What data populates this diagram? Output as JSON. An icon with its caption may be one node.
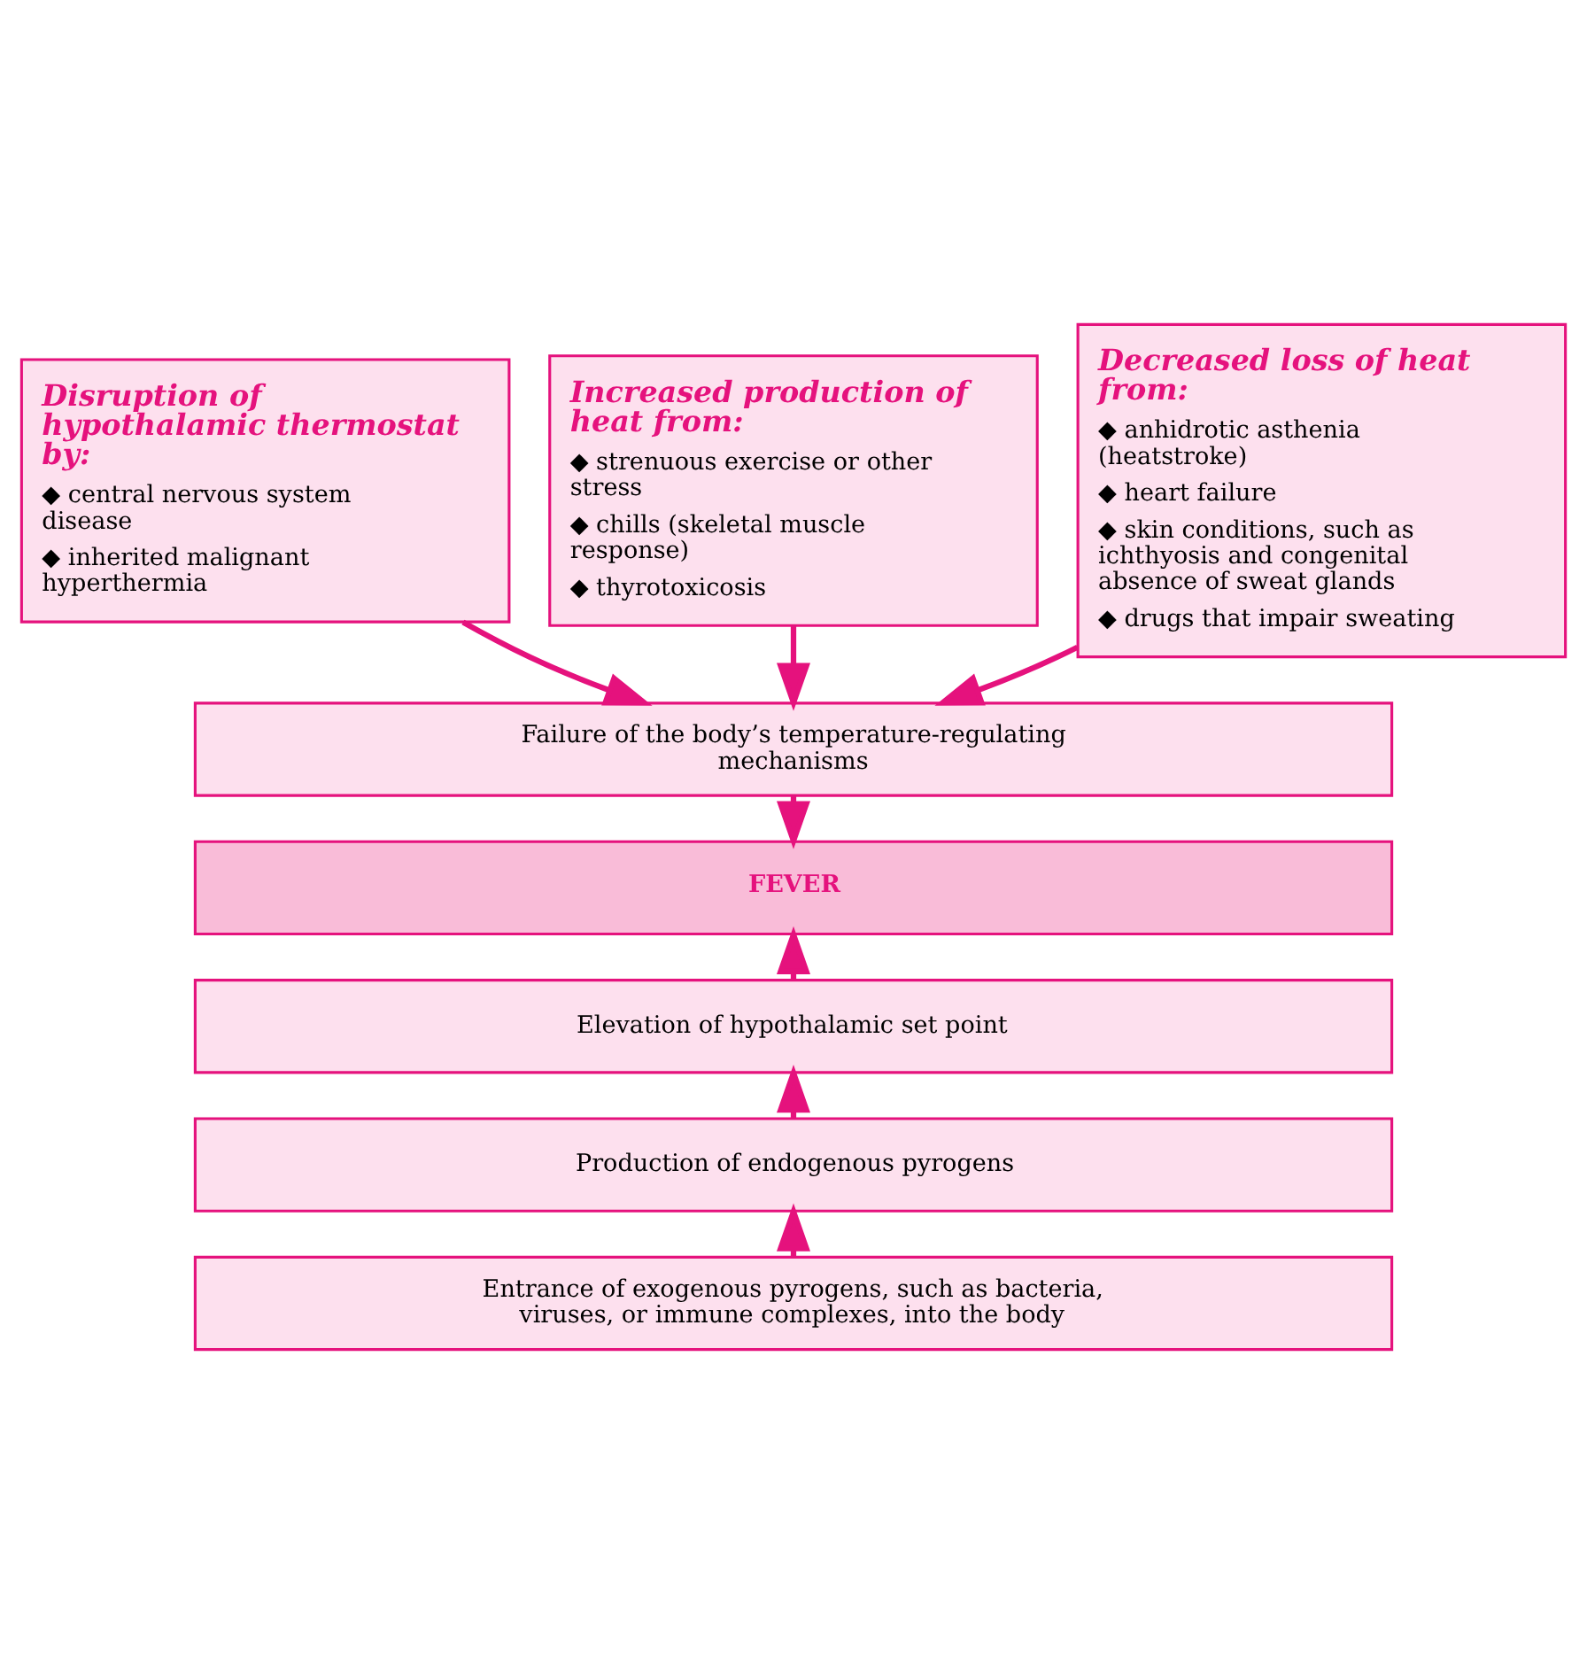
{
  "diagram": {
    "nodes": [
      {
        "text": [
          "Disruption of hypothalamic thermostat by:",
          "◆ central nervous system disease",
          "◆ inherited malignant hyperthermia"
        ]
      },
      {
        "text": [
          "Increased production of heat from:",
          "◆ strenuous exercise or other stress",
          "◆ chills (skeletal muscle response)",
          "◆ thyrotoxicosis"
        ]
      },
      {
        "text": [
          "Decreased loss of heat from:",
          "◆ anhidrotic asthenia (heatstroke)",
          "◆ heart failure",
          "◆ skin conditions, such as ichthyosis and congenital absence of sweat glands",
          "◆ drugs that impair sweating"
        ]
      },
      {
        "text": [
          "Failure of the body’s temperature-regulating mechanisms"
        ]
      },
      {
        "text": [
          "FEVER"
        ]
      },
      {
        "text": [
          "Elevation of hypothalamic set point"
        ]
      },
      {
        "text": [
          "Production of endogenous pyrogens"
        ]
      },
      {
        "text": [
          "Entrance of exogenous pyrogens, such as bacteria, viruses, or immune complexes, into the body"
        ]
      }
    ],
    "edges": [
      {
        "from": 0,
        "to": 3,
        "arrow": "to"
      },
      {
        "from": 1,
        "to": 3,
        "arrow": "to"
      },
      {
        "from": 2,
        "to": 3,
        "arrow": "to"
      },
      {
        "from": 3,
        "to": 4,
        "arrow": "to"
      },
      {
        "from": 7,
        "to": 6,
        "arrow": "to"
      },
      {
        "from": 6,
        "to": 5,
        "arrow": "to"
      },
      {
        "from": 5,
        "to": 4,
        "arrow": "to"
      }
    ]
  }
}
